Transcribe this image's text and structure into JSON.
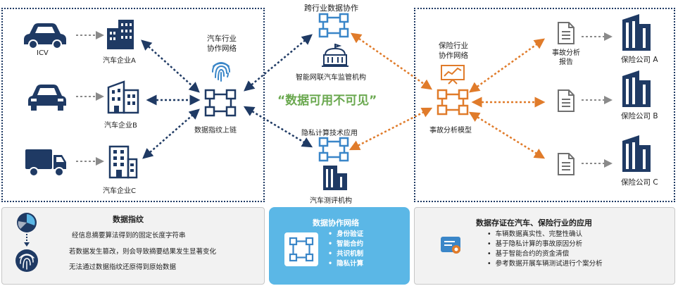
{
  "center": {
    "top_title": "跨行业数据协作",
    "regulator": "智能网联汽车监管机构",
    "slogan": "“数据可用不可见”",
    "privacy_title": "隐私计算技术应用",
    "testing": "汽车测评机构"
  },
  "left": {
    "icv": "ICV",
    "company_a": "汽车企业A",
    "company_b": "汽车企业B",
    "company_c": "汽车企业C",
    "network_line1": "汽车行业",
    "network_line2": "协作网络",
    "chain_label": "数据指纹上链"
  },
  "right": {
    "network_line1": "保险行业",
    "network_line2": "协作网络",
    "model": "事故分析模型",
    "report_line1": "事故分析",
    "report_line2": "报告",
    "ins_a": "保险公司 A",
    "ins_b": "保险公司 B",
    "ins_c": "保险公司 C"
  },
  "bottom_left": {
    "title": "数据指纹",
    "lines": [
      "经信息摘要算法得到的固定长度字符串",
      "若数据发生篡改，则会导致摘要结果发生显著变化",
      "无法通过数据指纹还原得到原始数据"
    ]
  },
  "bottom_center": {
    "title": "数据协作网络",
    "items": [
      "身份验证",
      "智能合约",
      "共识机制",
      "隐私计算"
    ]
  },
  "bottom_right": {
    "title": "数据存证在汽车、保险行业的应用",
    "items": [
      "车辆数据真实性、完整性确认",
      "基于隐私计算的事故原因分析",
      "基于智能合约的资金清偿",
      "参考数据开展车辆测试进行个案分析"
    ]
  },
  "colors": {
    "navy": "#1f3a64",
    "blue": "#3a86c8",
    "orange": "#e07b2a",
    "green": "#6aa84f",
    "light_blue_panel": "#5bb7e6",
    "gray_panel": "#f2f2f2"
  }
}
